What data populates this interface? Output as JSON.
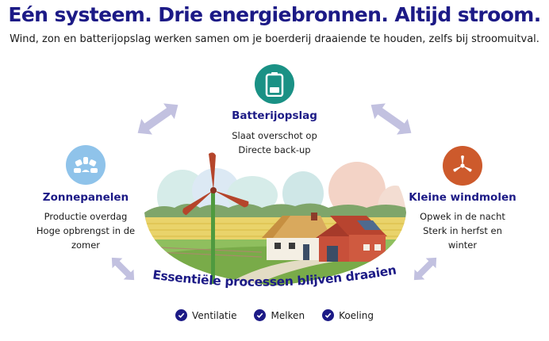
{
  "header": {
    "title": "Eén systeem. Drie energiebronnen. Altijd stroom.",
    "subtitle": "Wind, zon en batterijopslag werken samen om je boerderij draaiende te houden, zelfs bij stroomuitval."
  },
  "nodes": {
    "battery": {
      "title": "Batterijopslag",
      "lines": [
        "Slaat overschot op",
        "Directe back-up"
      ],
      "icon": "battery-icon",
      "color": "#1a9185"
    },
    "solar": {
      "title": "Zonnepanelen",
      "lines": [
        "Productie overdag",
        "Hoge opbrengst in de",
        "zomer"
      ],
      "icon": "solar-panel-icon",
      "color": "#8fc3ea"
    },
    "wind": {
      "title": "Kleine windmolen",
      "lines": [
        "Opwek in de nacht",
        "Sterk in herfst en",
        "winter"
      ],
      "icon": "wind-turbine-icon",
      "color": "#cd5a2c"
    }
  },
  "center": {
    "banner": "Essentiële processen blijven draaien"
  },
  "processes": [
    {
      "label": "Ventilatie"
    },
    {
      "label": "Melken"
    },
    {
      "label": "Koeling"
    }
  ],
  "colors": {
    "navy": "#1c1a86",
    "arrow": "#c2c1e0"
  }
}
